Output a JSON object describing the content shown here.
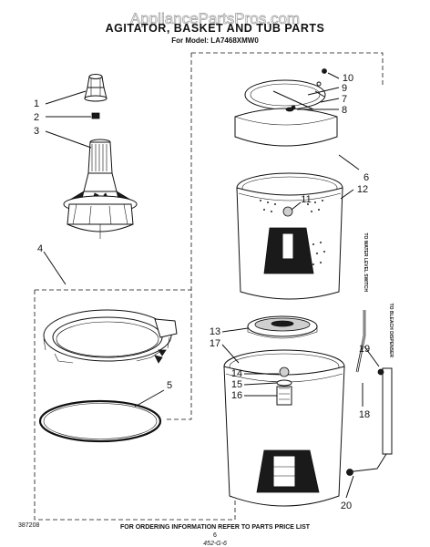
{
  "watermark": "AppliancePartsPros.com",
  "title": "AGITATOR, BASKET AND TUB PARTS",
  "subtitle": "For Model: LA7468XMW0",
  "callouts": [
    "1",
    "2",
    "3",
    "4",
    "5",
    "6",
    "7",
    "8",
    "9",
    "10",
    "11",
    "12",
    "13",
    "14",
    "15",
    "16",
    "17",
    "18",
    "19",
    "20"
  ],
  "labels": {
    "water_level_switch": "TO WATER LEVEL SWITCH",
    "bleach_dispenser": "TO BLEACH DISPENSER"
  },
  "footer": {
    "code": "387208",
    "instruction": "FOR ORDERING INFORMATION REFER TO PARTS PRICE LIST",
    "page_number": "6",
    "handwritten": "452-G-6"
  }
}
